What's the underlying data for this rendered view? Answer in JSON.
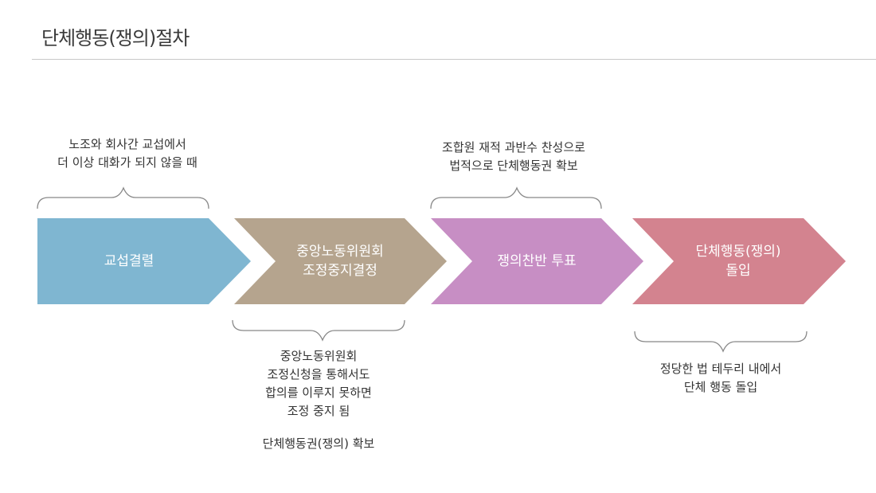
{
  "title": "단체행동(쟁의)절차",
  "colors": {
    "step1": "#7fb6d1",
    "step2": "#b5a48e",
    "step3": "#c78ec4",
    "step4": "#d3838f",
    "bracket": "#888888"
  },
  "steps": [
    {
      "label": "교섭결렬"
    },
    {
      "label": "중앙노동위원회\n조정중지결정"
    },
    {
      "label": "쟁의찬반 투표"
    },
    {
      "label": "단체행동(쟁의)\n돌입"
    }
  ],
  "notes": {
    "step1_above": "노조와 회사간 교섭에서\n더 이상 대화가 되지 않을 때",
    "step2_below": "중앙노동위원회\n조정신청을 통해서도\n합의를 이루지 못하면\n조정 중지 됨",
    "step2_below_extra": "단체행동권(쟁의) 확보",
    "step3_above": "조합원 재적 과반수 찬성으로\n법적으로 단체행동권 확보",
    "step4_below": "정당한 법 테두리 내에서\n단체 행동 돌입"
  }
}
